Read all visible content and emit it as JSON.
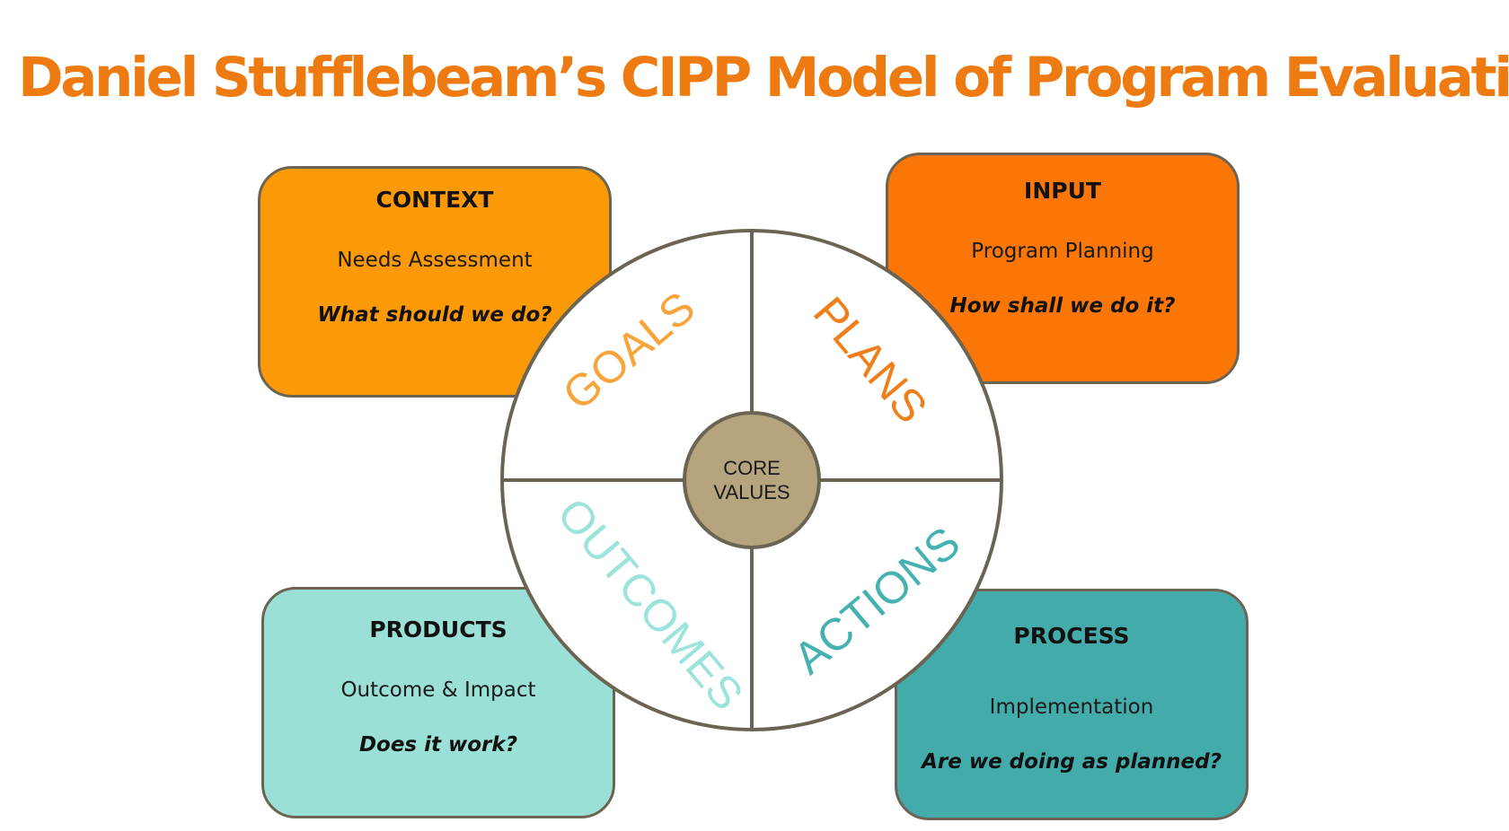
{
  "title": "Daniel Stufflebeam’s CIPP Model of Program Evaluation",
  "colors": {
    "title": "#ee7b12",
    "context": "#fb9a06",
    "input": "#f97607",
    "products": "#9ae0d7",
    "process": "#43abaa",
    "hub": "#b5a47e",
    "outline": "#6b6453"
  },
  "boxes": {
    "context": {
      "heading": "CONTEXT",
      "subtitle": "Needs Assessment",
      "question": "What should we do?"
    },
    "input": {
      "heading": "INPUT",
      "subtitle": "Program Planning",
      "question": "How shall we do it?"
    },
    "products": {
      "heading": "PRODUCTS",
      "subtitle": "Outcome & Impact",
      "question": "Does it work?"
    },
    "process": {
      "heading": "PROCESS",
      "subtitle": "Implementation",
      "question": "Are we doing as planned?"
    }
  },
  "wheel": {
    "segments": {
      "goals": "GOALS",
      "plans": "PLANS",
      "outcomes": "OUTCOMES",
      "actions": "ACTIONS"
    },
    "hub": {
      "line1": "CORE",
      "line2": "VALUES"
    }
  }
}
